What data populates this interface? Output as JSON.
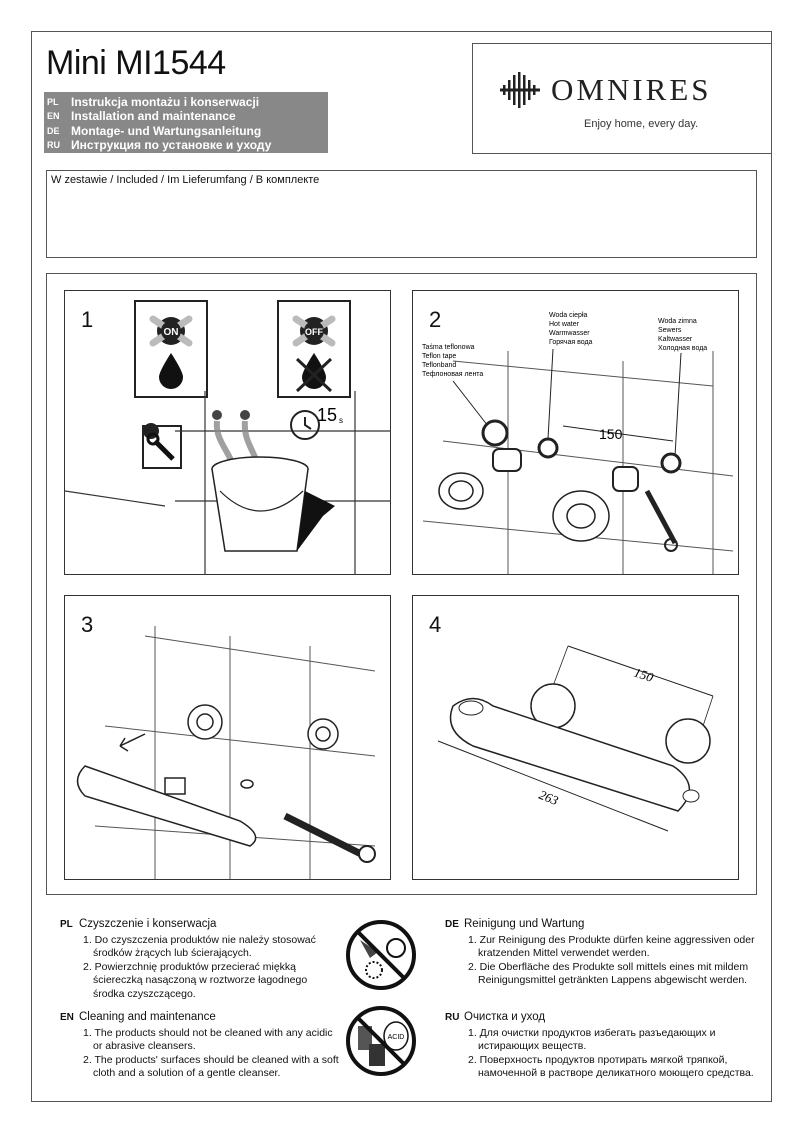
{
  "title": "Mini MI1544",
  "languages": [
    {
      "code": "PL",
      "text": "Instrukcja montażu i konserwacji"
    },
    {
      "code": "EN",
      "text": "Installation and maintenance"
    },
    {
      "code": "DE",
      "text": "Montage- und Wartungsanleitung"
    },
    {
      "code": "RU",
      "text": "Инструкция по установке и уходу"
    }
  ],
  "brand": {
    "name": "OMNIRES",
    "tagline": "Enjoy home, every day.",
    "logo_icon": "omnires-logo-icon"
  },
  "included_label": "W zestawie / Included / Im Lieferumfang / В комплекте",
  "steps": [
    {
      "num": "1",
      "on_label": "ON",
      "off_label": "OFF",
      "timer_value": "15",
      "timer_unit": "s"
    },
    {
      "num": "2",
      "teflon": [
        "Taśma teflonowa",
        "Teflon tape",
        "Teflonband",
        "Тефлоновая лента"
      ],
      "hot": [
        "Woda ciepła",
        "Hot water",
        "Warmwasser",
        "Горячая вода"
      ],
      "cold": [
        "Woda zimna",
        "Sewers",
        "Kaltwasser",
        "Холодная вода"
      ],
      "dimension": "150"
    },
    {
      "num": "3"
    },
    {
      "num": "4",
      "dim_top": "150",
      "dim_bottom": "263"
    }
  ],
  "care": {
    "pl": {
      "code": "PL",
      "heading": "Czyszczenie i konserwacja",
      "items": [
        "1. Do czyszczenia produktów nie należy stosować środków żrących lub ścierających.",
        "2. Powierzchnię produktów przecierać miękką ściereczką nasączoną w roztworze łagodnego środka czyszczącego."
      ]
    },
    "en": {
      "code": "EN",
      "heading": "Cleaning and maintenance",
      "items": [
        "1. The products should not be cleaned with any acidic or abrasive cleansers.",
        "2. The products' surfaces should be cleaned with a soft cloth and a solution of a gentle cleanser."
      ]
    },
    "de": {
      "code": "DE",
      "heading": "Reinigung und Wartung",
      "items": [
        "1. Zur Reinigung des Produkte dürfen keine aggressiven oder kratzenden Mittel verwendet werden.",
        "2. Die Oberfläche des Produkte soll mittels eines mit mildem Reinigungsmittel getränkten Lappens abgewischt werden."
      ]
    },
    "ru": {
      "code": "RU",
      "heading": "Очистка и уход",
      "items": [
        "1. Для очистки продуктов избегать разъедающих и истирающих веществ.",
        "2. Поверхность продуктов протирать мягкой тряпкой, намоченной в растворе деликатного моющего средства."
      ]
    },
    "acid_label": "ACID"
  }
}
